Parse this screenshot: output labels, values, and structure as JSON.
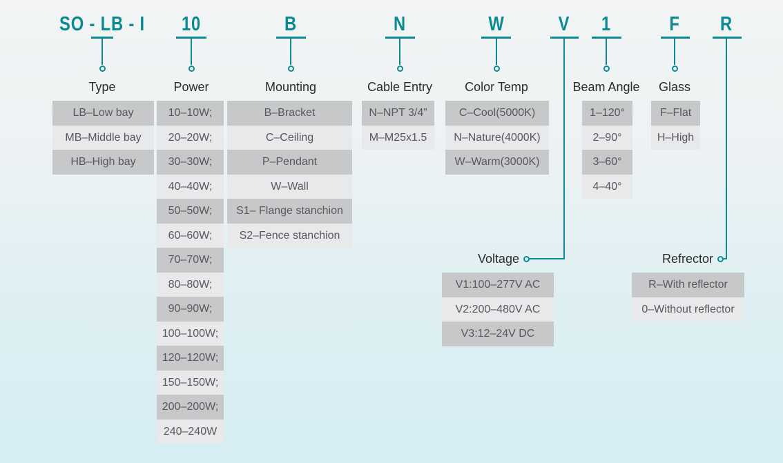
{
  "title": "Product ordering code legend",
  "colors": {
    "accent_teal": "#0c8a90",
    "row_dark": "#c7c8ca",
    "row_light": "#e8e9eb",
    "row_text": "#57585b",
    "header_text": "#2b2b2b"
  },
  "columns": [
    {
      "code": "SO - LB - I",
      "label": "Type",
      "items": [
        "LB–Low bay",
        "MB–Middle bay",
        "HB–High bay"
      ]
    },
    {
      "code": "10",
      "label": "Power",
      "items": [
        "10–10W;",
        "20–20W;",
        "30–30W;",
        "40–40W;",
        "50–50W;",
        "60–60W;",
        "70–70W;",
        "80–80W;",
        "90–90W;",
        "100–100W;",
        "120–120W;",
        "150–150W;",
        "200–200W;",
        "240–240W"
      ]
    },
    {
      "code": "B",
      "label": "Mounting",
      "items": [
        "B–Bracket",
        "C–Ceiling",
        "P–Pendant",
        "W–Wall",
        "S1– Flange stanchion",
        "S2–Fence stanchion"
      ]
    },
    {
      "code": "N",
      "label": "Cable Entry",
      "items": [
        "N–NPT 3/4”",
        "M–M25x1.5"
      ]
    },
    {
      "code": "W",
      "label": "Color Temp",
      "items": [
        "C–Cool(5000K)",
        "N–Nature(4000K)",
        "W–Warm(3000K)"
      ]
    },
    {
      "code": "1",
      "label": "Beam Angle",
      "items": [
        "1–120°",
        "2–90°",
        "3–60°",
        "4–40°"
      ]
    },
    {
      "code": "F",
      "label": "Glass",
      "items": [
        "F–Flat",
        "H–High"
      ]
    }
  ],
  "dropdowns": [
    {
      "code": "V",
      "label": "Voltage",
      "items": [
        "V1:100–277V AC",
        "V2:200–480V AC",
        "V3:12–24V DC"
      ]
    },
    {
      "code": "R",
      "label": "Refrector",
      "items": [
        "R–With reflector",
        "0–Without reflector"
      ]
    }
  ]
}
